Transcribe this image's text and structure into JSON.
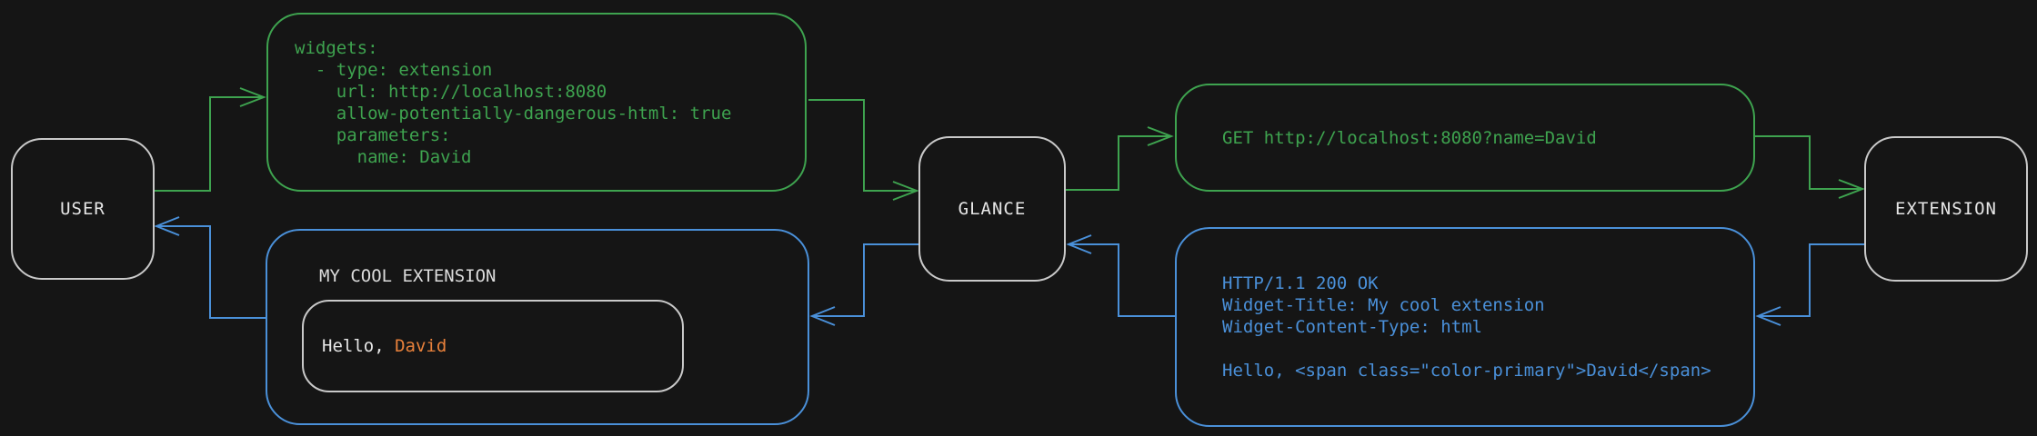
{
  "colors": {
    "bg": "#151515",
    "green": "#3EA34F",
    "blue": "#4A90D9",
    "orange": "#E8813B",
    "node-border": "#C9C9C9",
    "node-text": "#E6E6E6",
    "muted-text": "#DCDCDC"
  },
  "nodes": {
    "user": {
      "label": "USER"
    },
    "glance": {
      "label": "GLANCE"
    },
    "extension": {
      "label": "EXTENSION"
    }
  },
  "config_box": {
    "lines": [
      "widgets:",
      "  - type: extension",
      "    url: http://localhost:8080",
      "    allow-potentially-dangerous-html: true",
      "    parameters:",
      "      name: David"
    ]
  },
  "request_box": {
    "text": "GET http://localhost:8080?name=David"
  },
  "response_box": {
    "lines": [
      "HTTP/1.1 200 OK",
      "Widget-Title: My cool extension",
      "Widget-Content-Type: html",
      "",
      "Hello, <span class=\"color-primary\">David</span>"
    ]
  },
  "widget_box": {
    "title": "MY COOL EXTENSION",
    "hello_prefix": "Hello, ",
    "hello_name": "David"
  }
}
